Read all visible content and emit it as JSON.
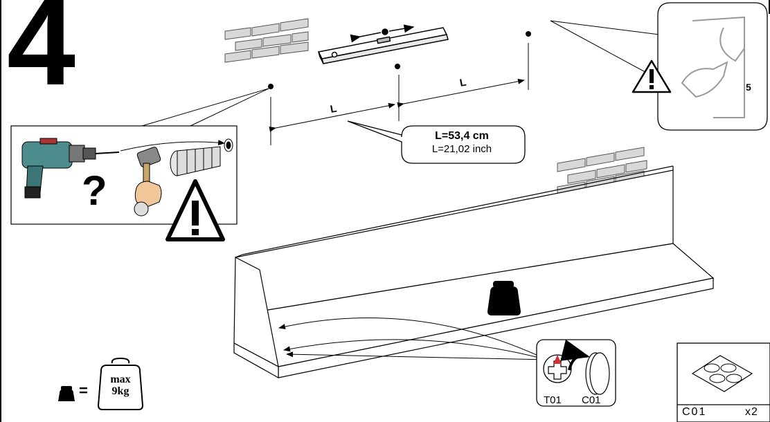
{
  "step": {
    "number": "4"
  },
  "measurement": {
    "dimension_label": "L",
    "metric": "L=53,4 cm",
    "imperial": "L=21,02 inch"
  },
  "reference": {
    "page": "5"
  },
  "weight_limit": {
    "max_text": "max",
    "value_text": "9kg",
    "equals": "="
  },
  "fastening": {
    "tool_code": "T01",
    "part_code": "C01"
  },
  "parts_box": {
    "code": "C01",
    "quantity": "x2"
  },
  "icons": [
    "brick-wall-icon",
    "spirit-level-icon",
    "drill-icon",
    "hammer-icon",
    "wall-plug-icon",
    "question-mark-icon",
    "warning-icon",
    "weight-icon",
    "peel-sticker-icon",
    "felt-pad-icon"
  ]
}
